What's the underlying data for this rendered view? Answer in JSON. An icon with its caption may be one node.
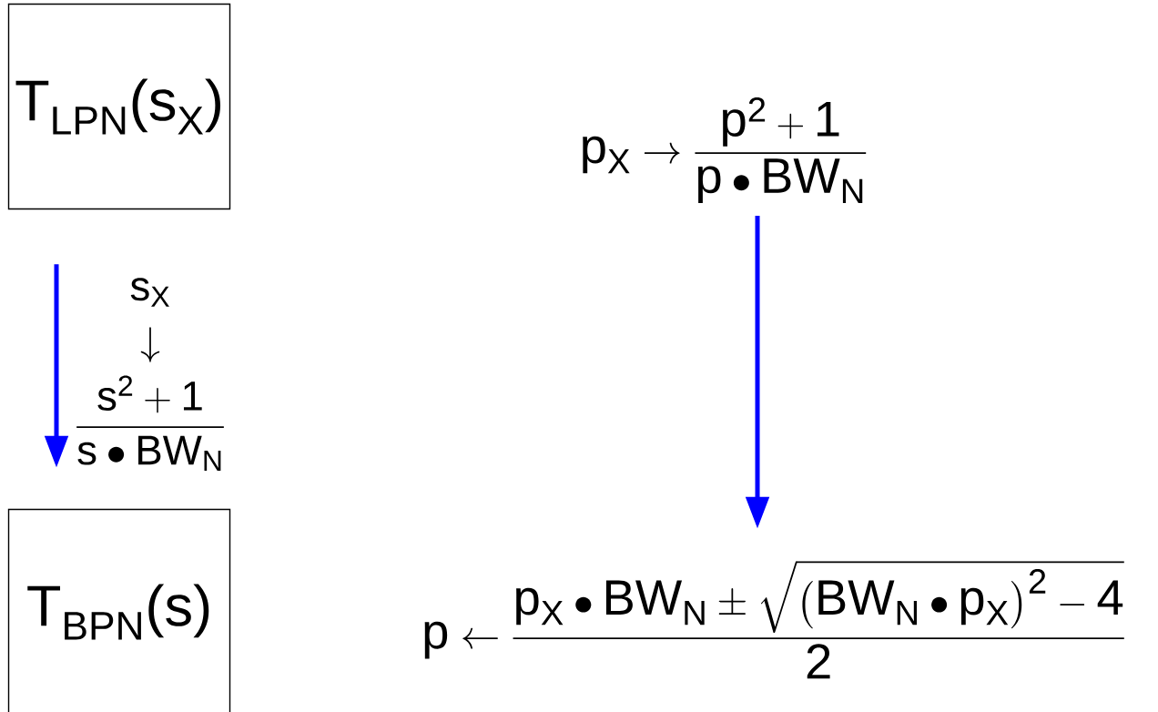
{
  "diagram": {
    "nodes": [
      {
        "text": [
          "T$_{LPN}$(s$_{X}$)"
        ]
      },
      {
        "text": [
          "T$_{BPN}$(s)"
        ]
      },
      {
        "text": [
          "\\mathsf{p}_{\\mathsf{X}} \\rightarrow \\frac{\\mathsf{p}^{\\mathsf{2}}+\\mathsf{1}}{\\mathsf{p}\\bullet\\mathsf{BW}_{\\mathsf{N}}}"
        ]
      },
      {
        "text": [
          "\\mathsf{p} \\leftarrow \\frac{\\mathsf{p}_{\\mathsf{X}}\\bullet\\mathsf{BW}_{\\mathsf{N}} \\pm \\sqrt{\\left(\\mathsf{BW}_{\\mathsf{N}}\\bullet\\mathsf{p}_{\\mathsf{X}}\\right)^{\\mathsf{2}} - \\mathsf{4}}}{\\mathsf{2}}"
        ]
      }
    ],
    "edges": [
      {
        "from": 0,
        "to": 1,
        "arrow": "to"
      },
      {
        "from": 2,
        "to": 3,
        "arrow": "to"
      }
    ],
    "labels": [
      "\\begin{array}{c}\\mathsf{s}_{\\mathsf{X}}\\\\[4pt] \\downarrow\\\\[4pt] \\dfrac{\\mathsf{s}^{\\mathsf{2}}+\\mathsf{1}}{\\mathsf{s}\\bullet\\mathsf{BW}_{\\mathsf{N}}}\\end{array}"
    ]
  }
}
